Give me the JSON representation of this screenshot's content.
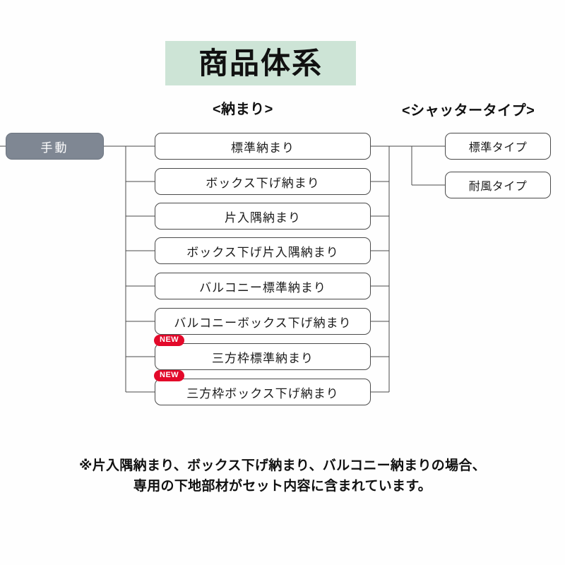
{
  "title": {
    "text": "商品体系",
    "background_color": "#cde4d6"
  },
  "columns": {
    "osamari_header": "<納まり>",
    "shutter_header": "<シャッタータイプ>"
  },
  "root": {
    "label": "手動",
    "fill_color": "#7f8793",
    "text_color": "#ffffff"
  },
  "badge": {
    "label": "NEW",
    "color": "#e3092a"
  },
  "osamari_items": [
    {
      "label": "標準納まり",
      "is_new": false
    },
    {
      "label": "ボックス下げ納まり",
      "is_new": false
    },
    {
      "label": "片入隅納まり",
      "is_new": false
    },
    {
      "label": "ボックス下げ片入隅納まり",
      "is_new": false
    },
    {
      "label": "バルコニー標準納まり",
      "is_new": false
    },
    {
      "label": "バルコニーボックス下げ納まり",
      "is_new": false
    },
    {
      "label": "三方枠標準納まり",
      "is_new": true
    },
    {
      "label": "三方枠ボックス下げ納まり",
      "is_new": true
    }
  ],
  "shutter_items": [
    {
      "label": "標準タイプ"
    },
    {
      "label": "耐風タイプ"
    }
  ],
  "footnote": {
    "line1": "※片入隅納まり、ボックス下げ納まり、バルコニー納まりの場合、",
    "line2": "専用の下地部材がセット内容に含まれています。"
  }
}
